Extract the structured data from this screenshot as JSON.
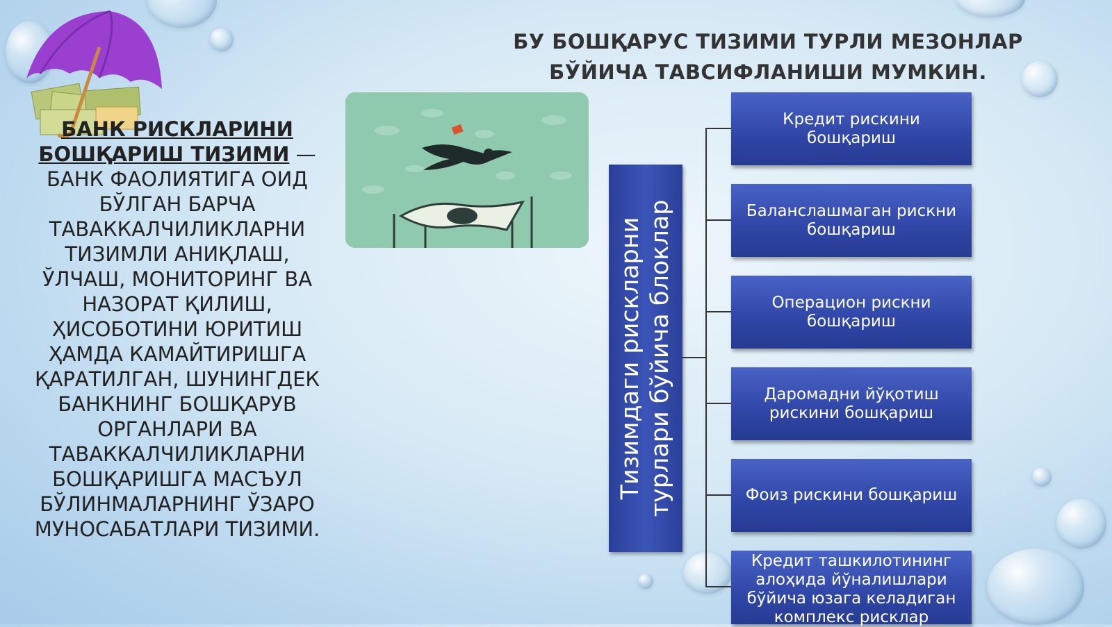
{
  "title": {
    "line1": "БУ БОШҚАРУС ТИЗИМИ ТУРЛИ МЕЗОНЛАР",
    "line2": "БЎЙИЧА ТАВСИФЛАНИШИ МУМКИН."
  },
  "definition": {
    "heading_line1": "БАНК РИСКЛАРИНИ",
    "heading_line2": "БОШҚАРИШ ТИЗИМИ",
    "dash": " —",
    "body": "БАНК ФАОЛИЯТИГА ОИД БЎЛГАН БАРЧА ТАВАККАЛЧИЛИКЛАРНИ ТИЗИМЛИ АНИҚЛАШ, ЎЛЧАШ, МОНИТОРИНГ ВА НАЗОРАТ ҚИЛИШ, ҲИСОБОТИНИ ЮРИТИШ ҲАМДА КАМАЙТИРИШГА ҚАРАТИЛГАН, ШУНИНГДЕК БАНКНИНГ БОШҚАРУВ ОРГАНЛАРИ ВА ТАВАККАЛЧИЛИКЛАРНИ БОШҚАРИШГА МАСЪУЛ БЎЛИНМАЛАРНИНГ ЎЗАРО МУНОСАБАТЛАРИ ТИЗИМИ."
  },
  "diagram": {
    "root_label": "Тизимдаги рискларни турлари бўйича блоклар",
    "blocks": [
      "Кредит рискини бошқариш",
      "Баланслашмаган рискни бошқариш",
      "Операцион рискни бошқариш",
      "Даромадни йўқотиш рискини бошқариш",
      "Фоиз рискини бошқариш",
      "Кредит ташкилотининг алоҳида йўналишлари бўйича юзага келадиган комплекс рисклар"
    ]
  },
  "icons": {
    "umbrella": "umbrella-with-money-icon",
    "illustration": "falling-businessman-safety-net-illustration"
  },
  "colors": {
    "block_blue": "#2f46a6",
    "text_dark": "#222222"
  }
}
